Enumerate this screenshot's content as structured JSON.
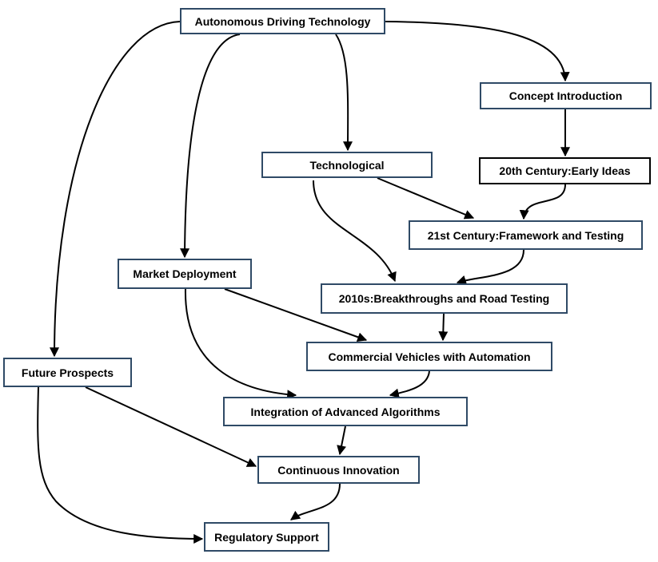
{
  "diagram": {
    "nodes": {
      "autonomous": "Autonomous Driving Technology",
      "concept": "Concept Introduction",
      "technological": "Technological",
      "early_ideas": "20th Century:Early Ideas",
      "framework": "21st Century:Framework and Testing",
      "market": "Market Deployment",
      "breakthroughs": "2010s:Breakthroughs and Road Testing",
      "commercial": "Commercial Vehicles with Automation",
      "future": "Future Prospects",
      "integration": "Integration of Advanced Algorithms",
      "continuous": "Continuous Innovation",
      "regulatory": "Regulatory Support"
    },
    "edges": [
      {
        "from": "Autonomous Driving Technology",
        "to": "Concept Introduction"
      },
      {
        "from": "Autonomous Driving Technology",
        "to": "Technological"
      },
      {
        "from": "Autonomous Driving Technology",
        "to": "Market Deployment"
      },
      {
        "from": "Autonomous Driving Technology",
        "to": "Future Prospects"
      },
      {
        "from": "Concept Introduction",
        "to": "20th Century:Early Ideas"
      },
      {
        "from": "20th Century:Early Ideas",
        "to": "21st Century:Framework and Testing"
      },
      {
        "from": "Technological",
        "to": "21st Century:Framework and Testing"
      },
      {
        "from": "Technological",
        "to": "2010s:Breakthroughs and Road Testing"
      },
      {
        "from": "21st Century:Framework and Testing",
        "to": "2010s:Breakthroughs and Road Testing"
      },
      {
        "from": "2010s:Breakthroughs and Road Testing",
        "to": "Commercial Vehicles with Automation"
      },
      {
        "from": "Market Deployment",
        "to": "Commercial Vehicles with Automation"
      },
      {
        "from": "Market Deployment",
        "to": "Integration of Advanced Algorithms"
      },
      {
        "from": "Commercial Vehicles with Automation",
        "to": "Integration of Advanced Algorithms"
      },
      {
        "from": "Integration of Advanced Algorithms",
        "to": "Continuous Innovation"
      },
      {
        "from": "Future Prospects",
        "to": "Continuous Innovation"
      },
      {
        "from": "Future Prospects",
        "to": "Regulatory Support"
      },
      {
        "from": "Continuous Innovation",
        "to": "Regulatory Support"
      }
    ]
  }
}
